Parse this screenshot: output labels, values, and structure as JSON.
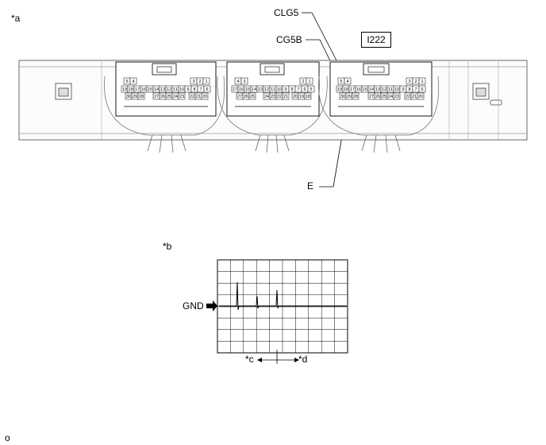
{
  "labels": {
    "a": "*a",
    "b": "*b",
    "c": "*c",
    "d": "*d",
    "o": "o"
  },
  "callouts": {
    "clg5": "CLG5",
    "cg5b": "CG5B",
    "e": "E",
    "connector_id": "I222"
  },
  "scope": {
    "gnd_label": "GND"
  },
  "connector_pins": {
    "conn1": {
      "row1_left": [
        "5",
        "4"
      ],
      "row1_right": [
        "3",
        "2",
        "1"
      ],
      "row2": [
        "19",
        "18",
        "17",
        "16",
        "15",
        "14",
        "13",
        "12",
        "11",
        "10",
        "9",
        "8",
        "7",
        "6"
      ],
      "row3_left": [
        "30",
        "29",
        "28"
      ],
      "row3_mid": [
        "27",
        "26",
        "25",
        "24",
        "23"
      ],
      "row3_right": [
        "22",
        "21",
        "20"
      ]
    },
    "conn2": {
      "row1_left": [
        "4",
        "3"
      ],
      "row1_right": [
        "2",
        "1"
      ],
      "row2": [
        "17",
        "16",
        "15",
        "14",
        "13",
        "12",
        "11",
        "10",
        "9",
        "8",
        "7",
        "6",
        "5"
      ],
      "row3_left": [
        "27",
        "26",
        "25"
      ],
      "row3_mid": [
        "24",
        "23",
        "22",
        "21"
      ],
      "row3_right": [
        "20",
        "19",
        "18"
      ]
    },
    "conn3": {
      "row1_left": [
        "5",
        "4"
      ],
      "row1_right": [
        "3",
        "2",
        "1"
      ],
      "row2": [
        "19",
        "18",
        "17",
        "16",
        "15",
        "14",
        "13",
        "12",
        "11",
        "10",
        "9",
        "8",
        "7",
        "6"
      ],
      "row3_left": [
        "30",
        "29",
        "28"
      ],
      "row3_mid": [
        "27",
        "26",
        "25",
        "24",
        "23"
      ],
      "row3_right": [
        "22",
        "21",
        "20"
      ]
    }
  }
}
